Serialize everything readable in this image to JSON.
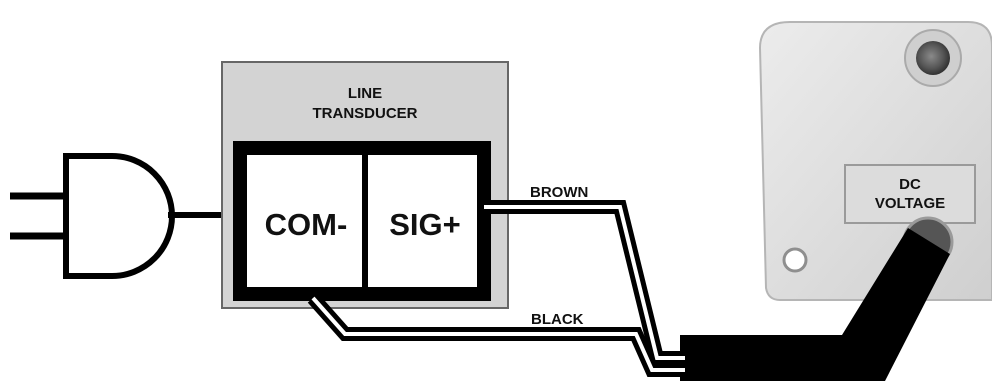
{
  "transducer": {
    "title_line1": "LINE",
    "title_line2": "TRANSDUCER",
    "terminal_com": "COM-",
    "terminal_sig": "SIG+"
  },
  "wires": {
    "brown": "BROWN",
    "black": "BLACK"
  },
  "sensor": {
    "label_line1": "DC",
    "label_line2": "VOLTAGE"
  },
  "colors": {
    "transducer_fill": "#d3d3d3",
    "sensor_body": "#e2e2e2",
    "wire": "#000000"
  }
}
